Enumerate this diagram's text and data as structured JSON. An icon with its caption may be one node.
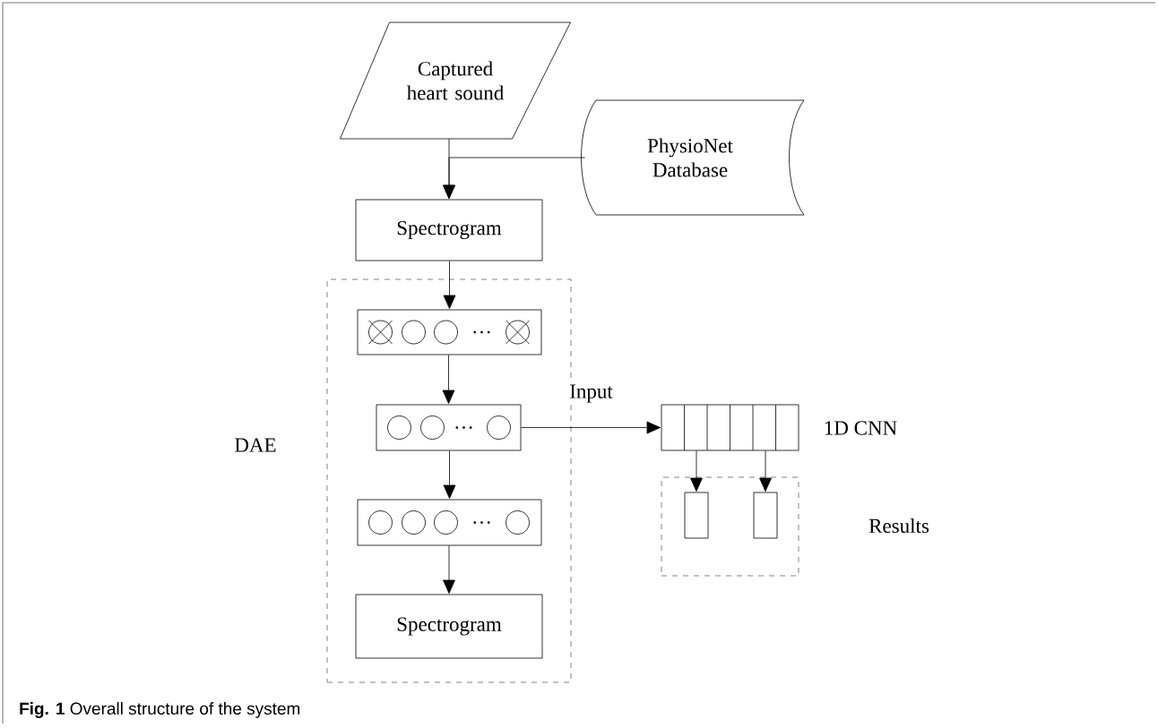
{
  "diagram": {
    "caption": "**Fig. 1** Overall structure of the system",
    "nodes": [
      {
        "text": [
          "Captured heart sound"
        ]
      },
      {
        "text": [
          "PhysioNet Database"
        ]
      },
      {
        "text": [
          "Spectrogram"
        ]
      },
      {
        "text": [
          "DAE"
        ]
      },
      {
        "text": [
          "…"
        ],
        "in": 3
      },
      {
        "text": [
          "…"
        ],
        "in": 3
      },
      {
        "text": [
          "…"
        ],
        "in": 3
      },
      {
        "text": [
          "Spectrogram"
        ],
        "in": 3
      },
      {
        "text": [],
        "shape": "box",
        "beside": [
          "1D CNN"
        ]
      },
      {
        "text": [
          "Results"
        ]
      },
      {
        "text": [],
        "shape": "bar",
        "in": 9
      },
      {
        "text": [],
        "shape": "bar",
        "in": 9
      }
    ],
    "edges": [
      {
        "from": 0,
        "to": 2,
        "arrow": "to"
      },
      {
        "from": 1,
        "to": 2,
        "arrow": "to"
      },
      {
        "from": 2,
        "to": 4,
        "arrow": "to"
      },
      {
        "from": 4,
        "to": 5,
        "arrow": "to"
      },
      {
        "from": 5,
        "to": 6,
        "arrow": "to"
      },
      {
        "from": 6,
        "to": 7,
        "arrow": "to"
      },
      {
        "from": 5,
        "to": 8,
        "arrow": "to",
        "label": "Input"
      },
      {
        "from": 8,
        "to": 10,
        "arrow": "to"
      },
      {
        "from": 8,
        "to": 11,
        "arrow": "to"
      }
    ]
  }
}
